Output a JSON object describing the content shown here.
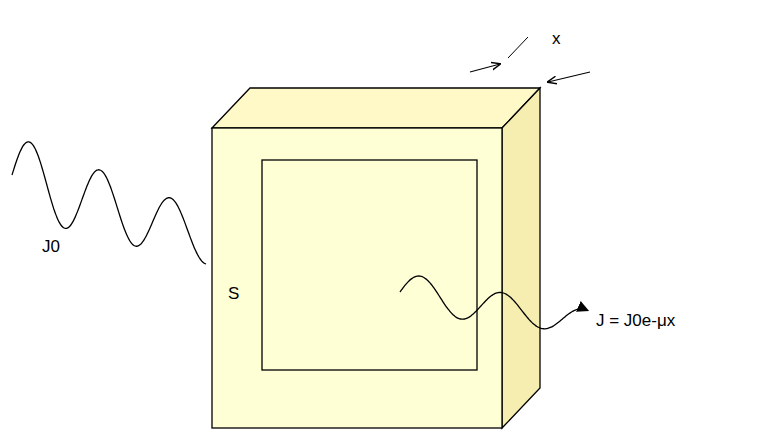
{
  "diagram": {
    "labels": [
      "x",
      "J0",
      "S",
      "J = J0e-μx"
    ]
  }
}
